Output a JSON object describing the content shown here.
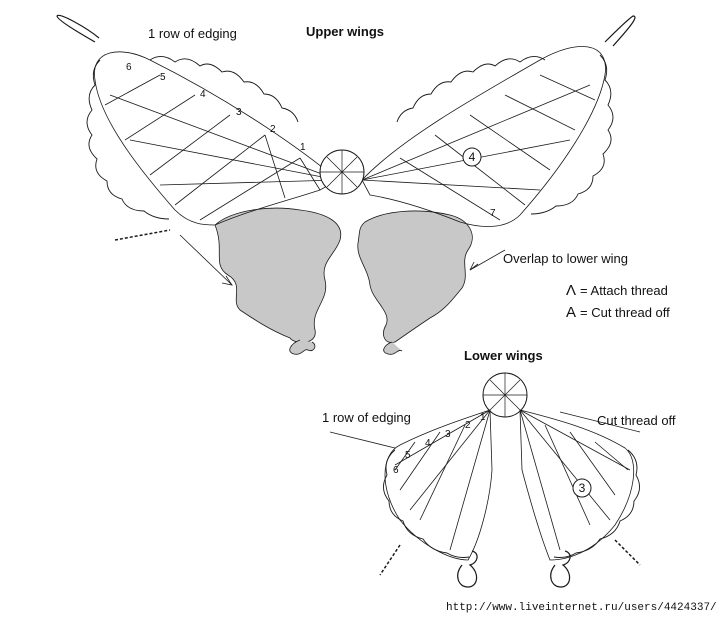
{
  "upper": {
    "title": "Upper wings",
    "edging_label": "1 row of edging",
    "overlap_label": "Overlap to lower wing",
    "part_number": "4",
    "row_numbers": [
      "1",
      "2",
      "3",
      "4",
      "5",
      "6",
      "7"
    ]
  },
  "legend": {
    "attach_symbol": "Ʌ",
    "attach_text": "= Attach thread",
    "cut_symbol": "A",
    "cut_text": "= Cut thread off"
  },
  "lower": {
    "title": "Lower wings",
    "edging_label": "1 row of edging",
    "cut_label": "Cut thread off",
    "part_number": "3",
    "row_numbers": [
      "1",
      "2",
      "3",
      "4",
      "5",
      "6"
    ]
  },
  "watermark": "http://www.liveinternet.ru/users/4424337/",
  "colors": {
    "ink": "#1a1a1a",
    "shade": "#c8c8c8",
    "paper": "#ffffff"
  }
}
